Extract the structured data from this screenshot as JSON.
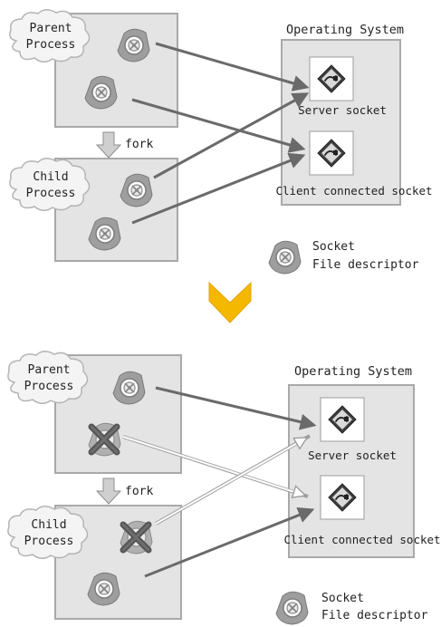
{
  "top_panel": {
    "os_title": "Operating System",
    "parent_label_line1": "Parent",
    "parent_label_line2": "Process",
    "child_label_line1": "Child",
    "child_label_line2": "Process",
    "fork_label": "fork",
    "server_socket_label": "Server socket",
    "client_socket_label": "Client connected socket",
    "legend_line1": "Socket",
    "legend_line2": "File descriptor"
  },
  "bottom_panel": {
    "os_title": "Operating System",
    "parent_label_line1": "Parent",
    "parent_label_line2": "Process",
    "child_label_line1": "Child",
    "child_label_line2": "Process",
    "fork_label": "fork",
    "server_socket_label": "Server socket",
    "client_socket_label": "Client connected socket",
    "legend_line1": "Socket",
    "legend_line2": "File descriptor"
  },
  "colors": {
    "box_fill": "#e4e4e4",
    "box_stroke": "#a9a9a9",
    "arrow_dark": "#6a6a6a",
    "transition_arrow": "#f5b800",
    "closed_x": "#5a5a5a"
  },
  "icons": {
    "file_descriptor": "socket-fd-icon",
    "socket": "plug-icon",
    "closed": "closed-x-icon",
    "cloud": "cloud-shape"
  }
}
